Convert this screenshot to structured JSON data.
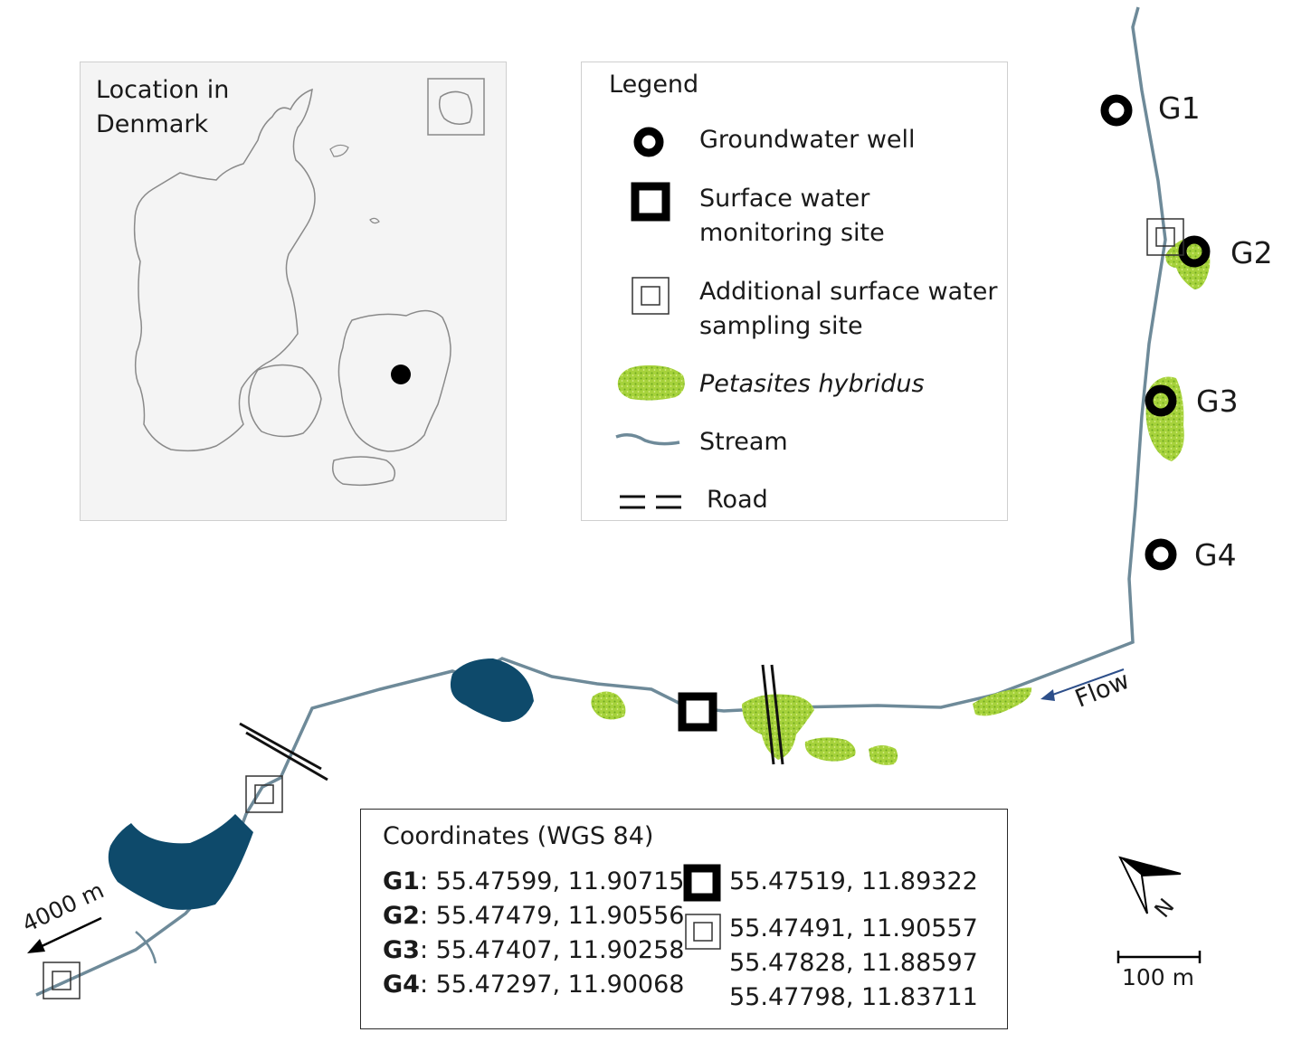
{
  "inset": {
    "title": "Location in\nDenmark"
  },
  "legend": {
    "title": "Legend",
    "items": [
      {
        "symbol": "groundwater-well",
        "label": "Groundwater well"
      },
      {
        "symbol": "surface-water-monitoring-site",
        "label": "Surface water\nmonitoring site"
      },
      {
        "symbol": "additional-surface-water-site",
        "label": "Additional surface water\nsampling site"
      },
      {
        "symbol": "petasites-patch",
        "label": "Petasites hybridus"
      },
      {
        "symbol": "stream-line",
        "label": "Stream"
      },
      {
        "symbol": "road-lines",
        "label": "Road"
      }
    ]
  },
  "map": {
    "wells": [
      "G1",
      "G2",
      "G3",
      "G4"
    ],
    "flow_label": "Flow",
    "distance_label": "4000 m",
    "scale_label": "100 m",
    "north_label": "N"
  },
  "coordinates": {
    "title": "Coordinates (WGS 84)",
    "wells": [
      {
        "id": "G1",
        "value": ": 55.47599, 11.90715"
      },
      {
        "id": "G2",
        "value": ": 55.47479, 11.90556"
      },
      {
        "id": "G3",
        "value": ": 55.47407, 11.90258"
      },
      {
        "id": "G4",
        "value": ": 55.47297, 11.90068"
      }
    ],
    "monitoring_site": "55.47519, 11.89322",
    "additional_sites": [
      "55.47491, 11.90557",
      "55.47828, 11.88597",
      "55.47798, 11.83711"
    ]
  },
  "colors": {
    "stream": "#6e8a99",
    "lake": "#0e4a6b",
    "vegetation": "#a6d23b",
    "vegetation_dark": "#6fa81f"
  }
}
